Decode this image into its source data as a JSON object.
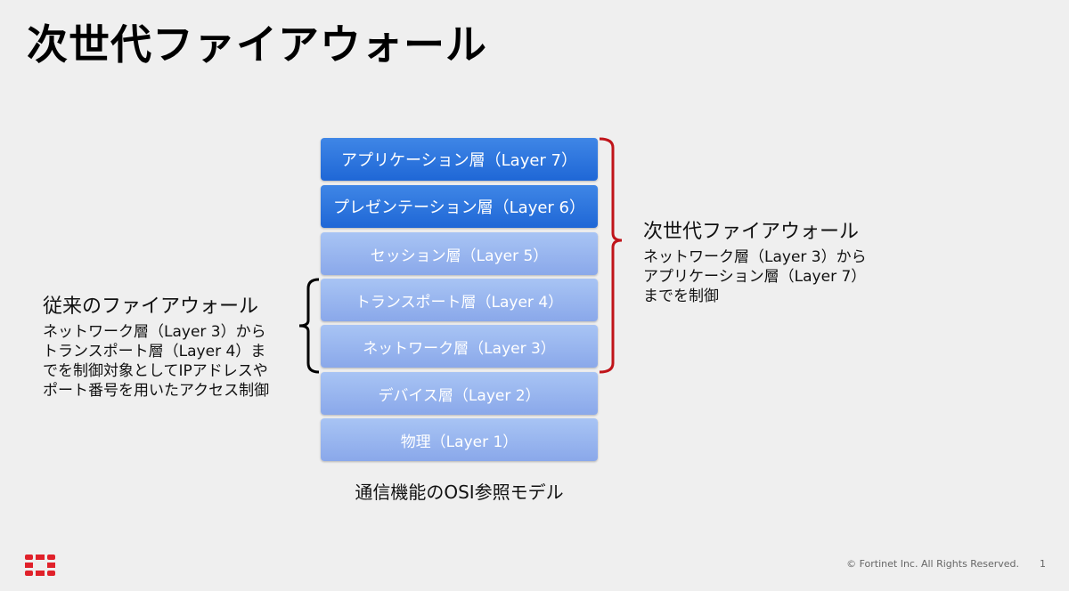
{
  "title": "次世代ファイアウォール",
  "layers": [
    {
      "label": "アプリケーション層（Layer 7）",
      "style": "dark"
    },
    {
      "label": "プレゼンテーション層（Layer 6）",
      "style": "dark"
    },
    {
      "label": "セッション層（Layer 5）",
      "style": "light"
    },
    {
      "label": "トランスポート層（Layer 4）",
      "style": "light"
    },
    {
      "label": "ネットワーク層（Layer 3）",
      "style": "light"
    },
    {
      "label": "デバイス層（Layer 2）",
      "style": "light"
    },
    {
      "label": "物理（Layer 1）",
      "style": "light"
    }
  ],
  "caption": "通信機能のOSI参照モデル",
  "ngfw": {
    "heading": "次世代ファイアウォール",
    "lines": [
      "ネットワーク層（Layer 3）から",
      "アプリケーション層（Layer 7）",
      "までを制御"
    ]
  },
  "legacy": {
    "heading": "従来のファイアウォール",
    "lines": [
      "ネットワーク層（Layer 3）から",
      "トランスポート層（Layer 4）ま",
      "でを制御対象としてIPアドレスや",
      "ポート番号を用いたアクセス制御"
    ]
  },
  "colors": {
    "dark_layer": "#1f67d6",
    "light_layer": "#8aa8ea",
    "bracket_red": "#c0141a",
    "bracket_black": "#000000",
    "logo_red": "#e0212a"
  },
  "icons": {
    "logo": "fortinet-logo"
  },
  "footer": {
    "copyright": "© Fortinet Inc. All Rights Reserved.",
    "page": "1"
  }
}
